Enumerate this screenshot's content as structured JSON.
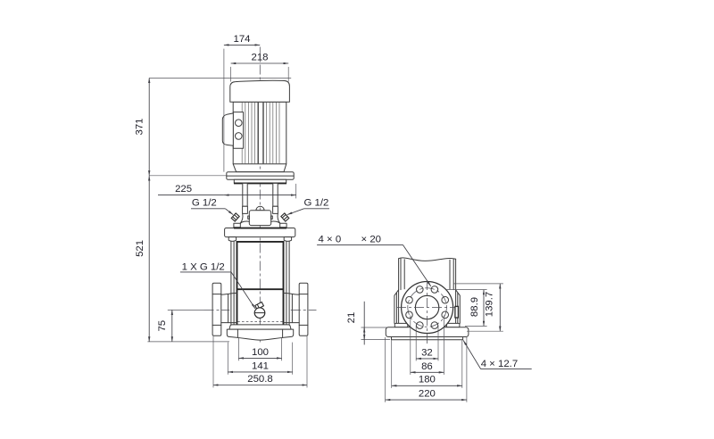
{
  "colors": {
    "background": "#ffffff",
    "line": "#3c3c3c",
    "text": "#20202a"
  },
  "front_view": {
    "dims": {
      "fan_cover_width": "174",
      "motor_width": "218",
      "motor_height": "371",
      "head_width": "225",
      "pump_height": "521",
      "port_axis_height": "75",
      "base_width_inner": "100",
      "base_width_mid": "141",
      "port_face_span": "250.8"
    },
    "labels": {
      "plug_left": "G 1/2",
      "plug_right": "G 1/2",
      "drain_plug": "1 X G 1/2"
    }
  },
  "side_view": {
    "dims": {
      "hole_note_prefix": "4 × 0",
      "hole_note_suffix": "× 20",
      "base_edge_height": "21",
      "port_axis_height": "88.9",
      "flange_top_height": "139.7",
      "slot_spacing": "32",
      "slot_span": "86",
      "base_width": "180",
      "base_overall_width": "220",
      "foot_hole_note": "4 × 12.7"
    }
  }
}
